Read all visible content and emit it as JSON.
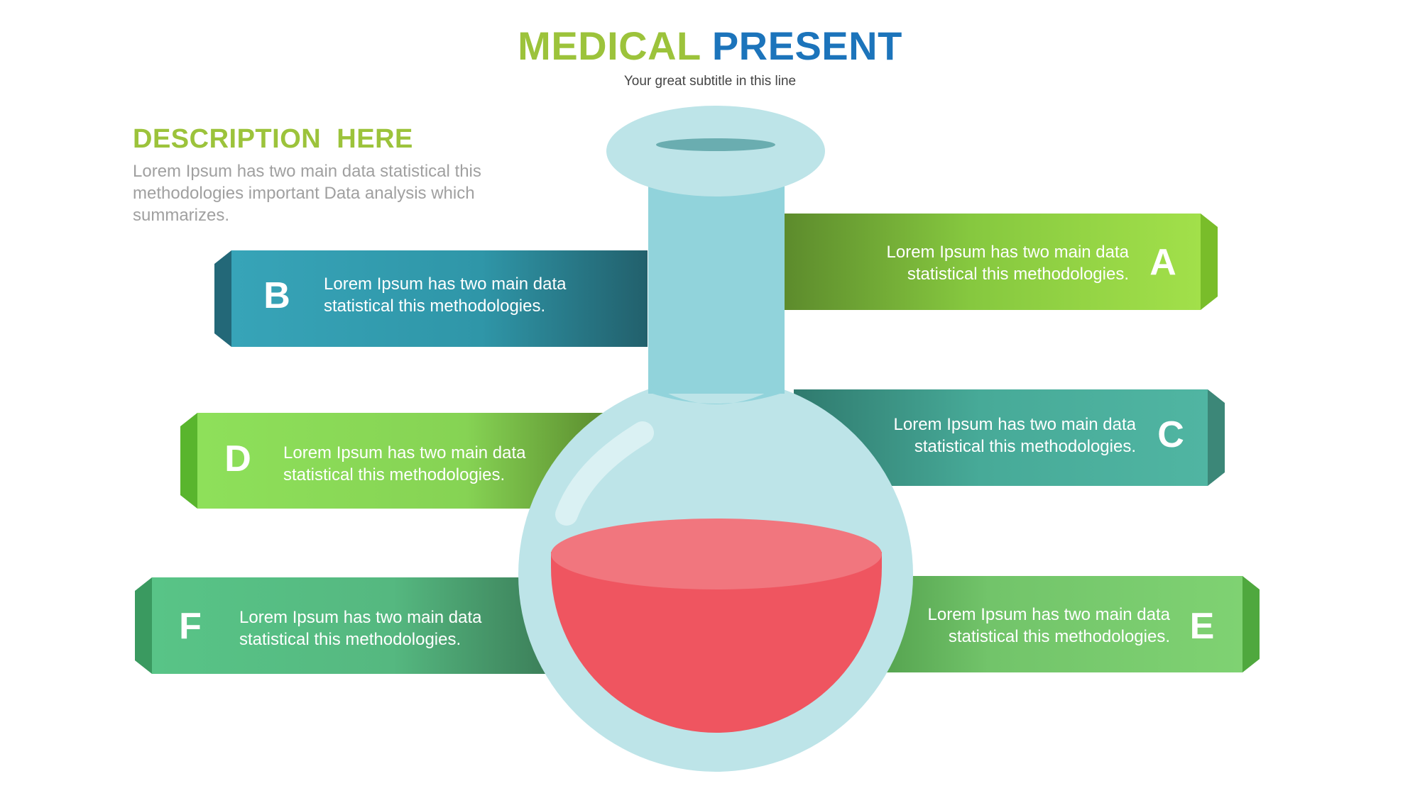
{
  "header": {
    "title_part1": "MEDICAL",
    "title_part2": "PRESENT",
    "subtitle": "Your great subtitle in this line"
  },
  "description": {
    "title": "DESCRIPTION  HERE",
    "body": "Lorem Ipsum has two main data statistical this methodologies important Data analysis which summarizes."
  },
  "panels": {
    "A": {
      "letter": "A",
      "line1": "Lorem Ipsum has two main data",
      "line2": "statistical this methodologies."
    },
    "B": {
      "letter": "B",
      "line1": "Lorem Ipsum has two main data",
      "line2": "statistical this methodologies."
    },
    "C": {
      "letter": "C",
      "line1": "Lorem Ipsum has two main data",
      "line2": "statistical this methodologies."
    },
    "D": {
      "letter": "D",
      "line1": "Lorem Ipsum has two main data",
      "line2": "statistical this methodologies."
    },
    "E": {
      "letter": "E",
      "line1": "Lorem Ipsum has two main data",
      "line2": "statistical this methodologies."
    },
    "F": {
      "letter": "F",
      "line1": "Lorem Ipsum has two main data",
      "line2": "statistical this methodologies."
    }
  },
  "colors": {
    "title_green": "#9cc33b",
    "title_blue": "#1c74bb",
    "flask_light": "#bde4e8",
    "flask_neck": "#91d3db",
    "liquid": "#ef5560",
    "liquid_surface": "#f1767e"
  }
}
